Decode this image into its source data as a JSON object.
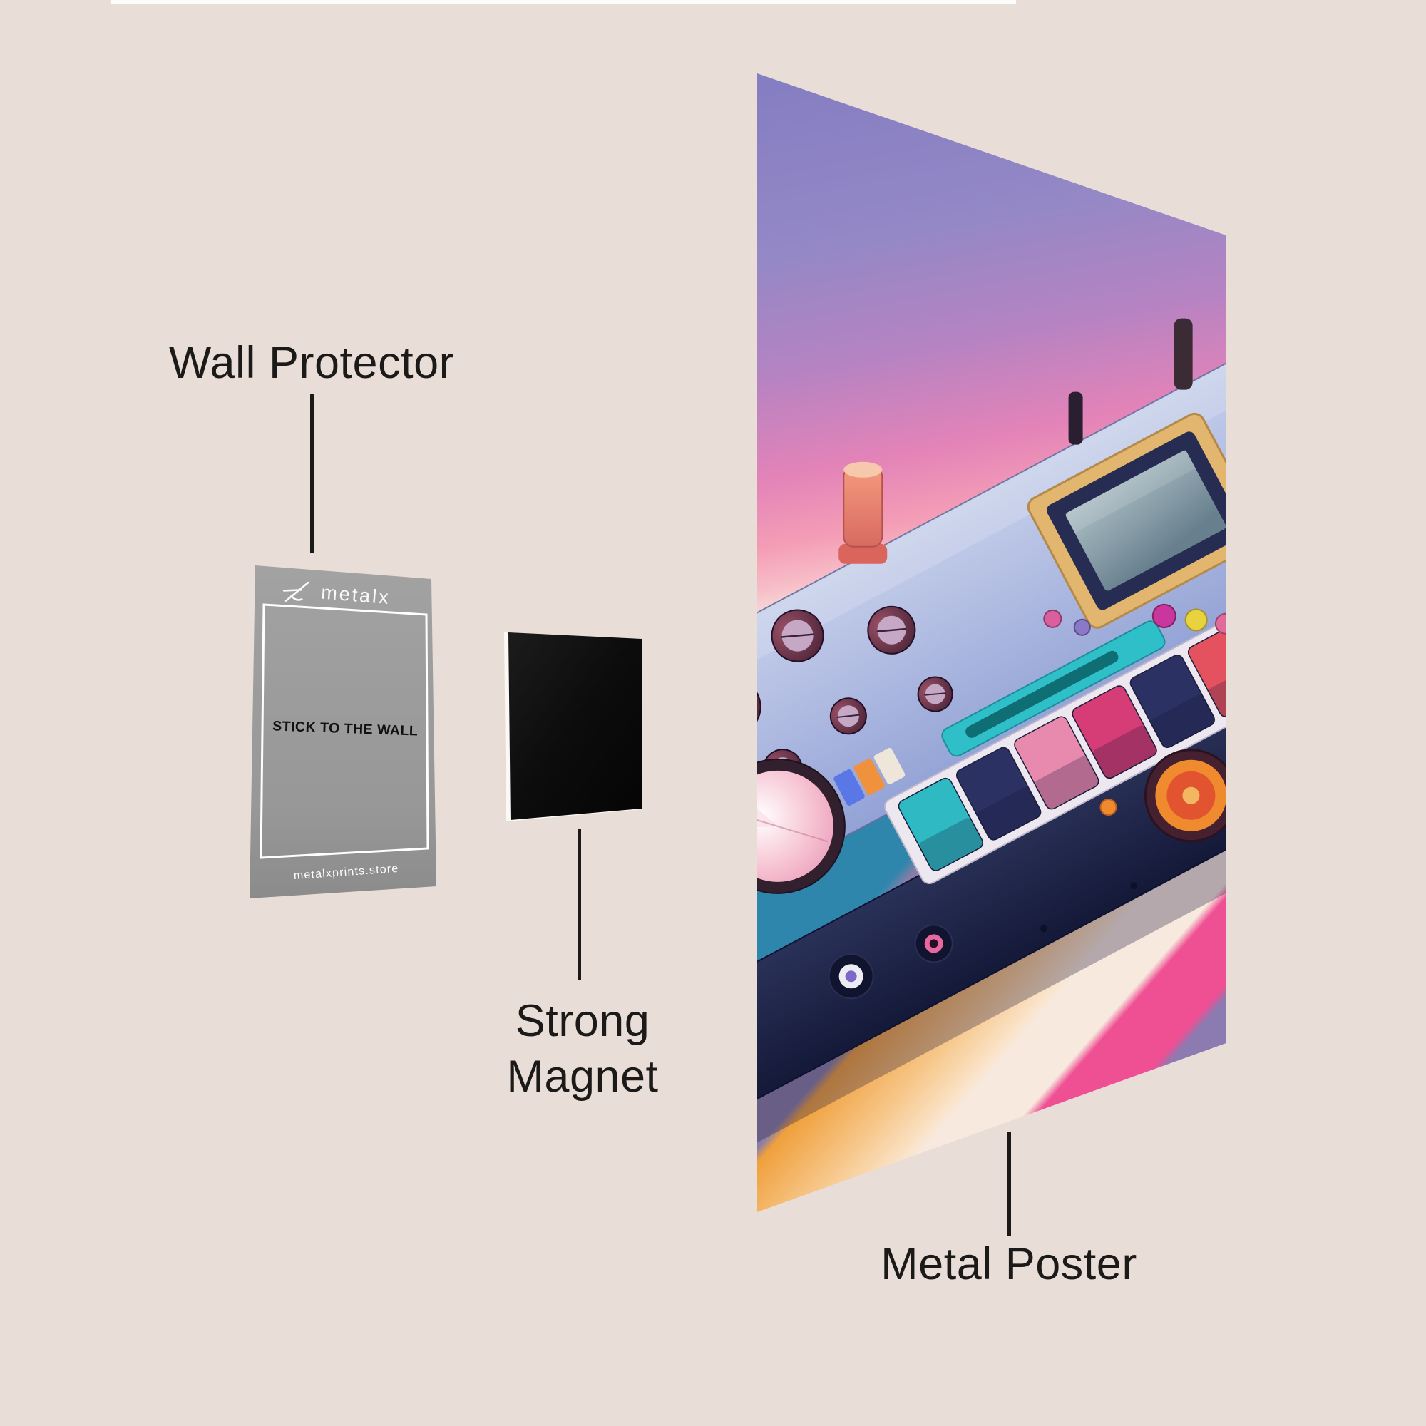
{
  "page": {
    "background_color": "#E9DED7",
    "text_color": "#1C1A19",
    "top_edge_highlight_color": "#FFFFFF"
  },
  "annotations": {
    "wall_protector": {
      "label": "Wall Protector"
    },
    "strong_magnet": {
      "label": "Strong Magnet"
    },
    "metal_poster": {
      "label": "Metal Poster"
    }
  },
  "wall_protector_card": {
    "brand_name": "metalx",
    "brand_icon": "metalx-logo-icon",
    "center_text": "STICK TO THE WALL",
    "footer_text": "metalxprints.store",
    "card_color": "#9C9C9C",
    "card_text_color": "#FAFAFA",
    "center_text_color": "#111111"
  },
  "magnet": {
    "color": "#0C0C0C",
    "edge_color": "#FBF8F5"
  },
  "poster": {
    "subject": "Colorful retro synthesizer groovebox illustration on striped pink background",
    "wall_colors": [
      "#817BC1",
      "#B583C2",
      "#E383B8",
      "#F49DB6",
      "#F7BFC8",
      "#F4DEDA",
      "#E8477B",
      "#F2B7C0"
    ],
    "table_colors": [
      "#2F86AC",
      "#8A7EA6",
      "#F0A03C",
      "#FAE3C8",
      "#F8E9DE",
      "#EF4F93",
      "#8C7BB1"
    ],
    "synth": {
      "panel_color": "#A9B6E0",
      "face_color": "#20264A",
      "tray_color": "#EDE7F0",
      "knob_color": "#5C2A40",
      "knob_top_color": "#C9AECB",
      "screen_frame_color": "#E2B66E",
      "screen_bezel_color": "#272C52",
      "screen_glass_color": "#8FA6B0",
      "accent_knob_color": "#EF8872",
      "speaker_ring_color": "#EF8B2E",
      "led_color": "#F08A2E",
      "teal_strip_color": "#2EBFC9",
      "button_colors": [
        "#C9379E",
        "#E8D23E",
        "#E06A9A"
      ],
      "key_colors": [
        "#2FB9C3",
        "#2B3163",
        "#E889AE",
        "#D63C76",
        "#2B3163",
        "#E45260",
        "#EE8A3C",
        "#2B3163",
        "#C23B88"
      ]
    }
  }
}
